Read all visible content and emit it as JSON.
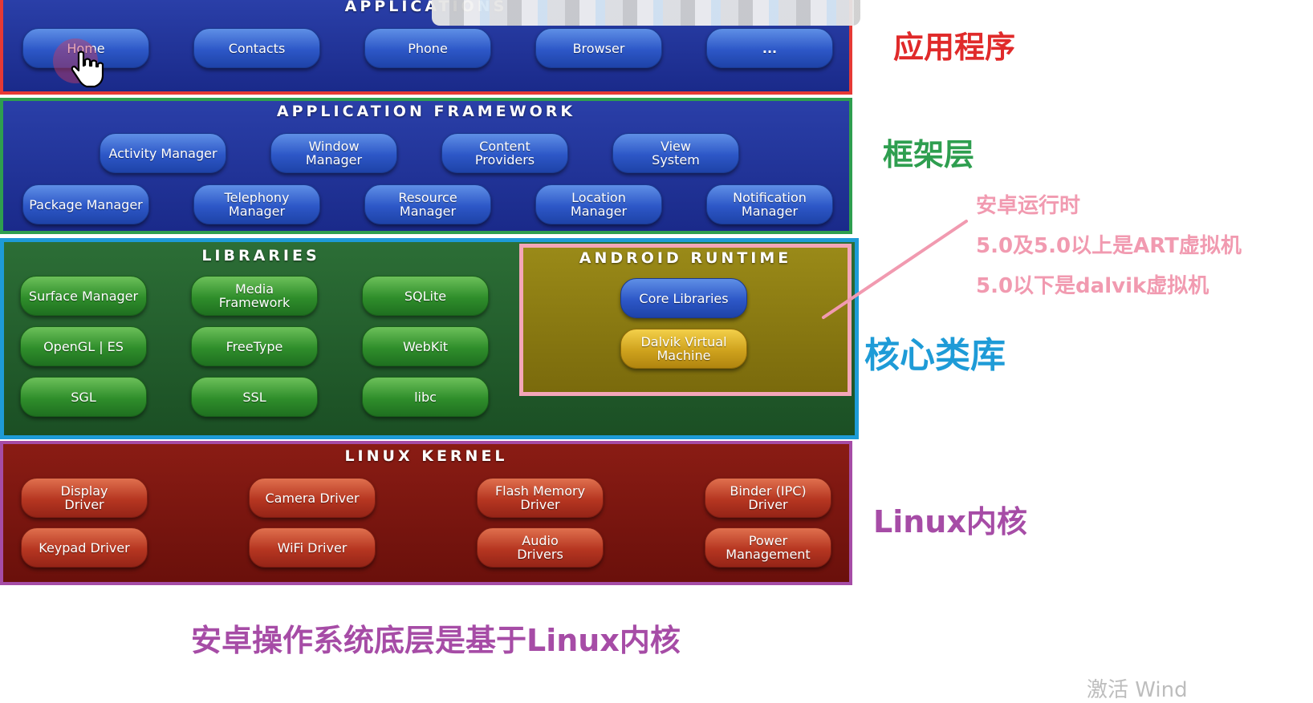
{
  "layers": {
    "applications": {
      "title": "APPLICATIONS",
      "buttons": [
        "Home",
        "Contacts",
        "Phone",
        "Browser",
        "..."
      ]
    },
    "framework": {
      "title": "APPLICATION FRAMEWORK",
      "row1": [
        "Activity Manager",
        "Window\nManager",
        "Content\nProviders",
        "View\nSystem"
      ],
      "row2": [
        "Package Manager",
        "Telephony\nManager",
        "Resource\nManager",
        "Location\nManager",
        "Notification\nManager"
      ]
    },
    "libraries": {
      "title": "LIBRARIES",
      "buttons": [
        "Surface Manager",
        "Media\nFramework",
        "SQLite",
        "OpenGL | ES",
        "FreeType",
        "WebKit",
        "SGL",
        "SSL",
        "libc"
      ]
    },
    "runtime": {
      "title": "ANDROID RUNTIME",
      "core": "Core Libraries",
      "dalvik": "Dalvik Virtual\nMachine"
    },
    "kernel": {
      "title": "LINUX KERNEL",
      "buttons": [
        "Display\nDriver",
        "Camera Driver",
        "Flash Memory\nDriver",
        "Binder (IPC)\nDriver",
        "Keypad Driver",
        "WiFi Driver",
        "Audio\nDrivers",
        "Power\nManagement"
      ]
    }
  },
  "annotations": {
    "apps_label": "应用程序",
    "framework_label": "框架层",
    "runtime_note_1": "安卓运行时",
    "runtime_note_2": "5.0及5.0以上是ART虚拟机",
    "runtime_note_3": "5.0以下是dalvik虚拟机",
    "libraries_label": "核心类库",
    "kernel_label": "Linux内核",
    "bottom_caption": "安卓操作系统底层是基于Linux内核",
    "watermark": "激活 Wind"
  },
  "colors": {
    "apps_border": "#e53935",
    "framework_border": "#2e9e4f",
    "libraries_border": "#1e9bd7",
    "runtime_border": "#f4a6b8",
    "kernel_border": "#a64ca6",
    "blue_bg": "#1e2f8f",
    "green_bg": "#1f5a2a",
    "runtime_bg": "#8a7a12",
    "kernel_bg": "#7a1410"
  }
}
